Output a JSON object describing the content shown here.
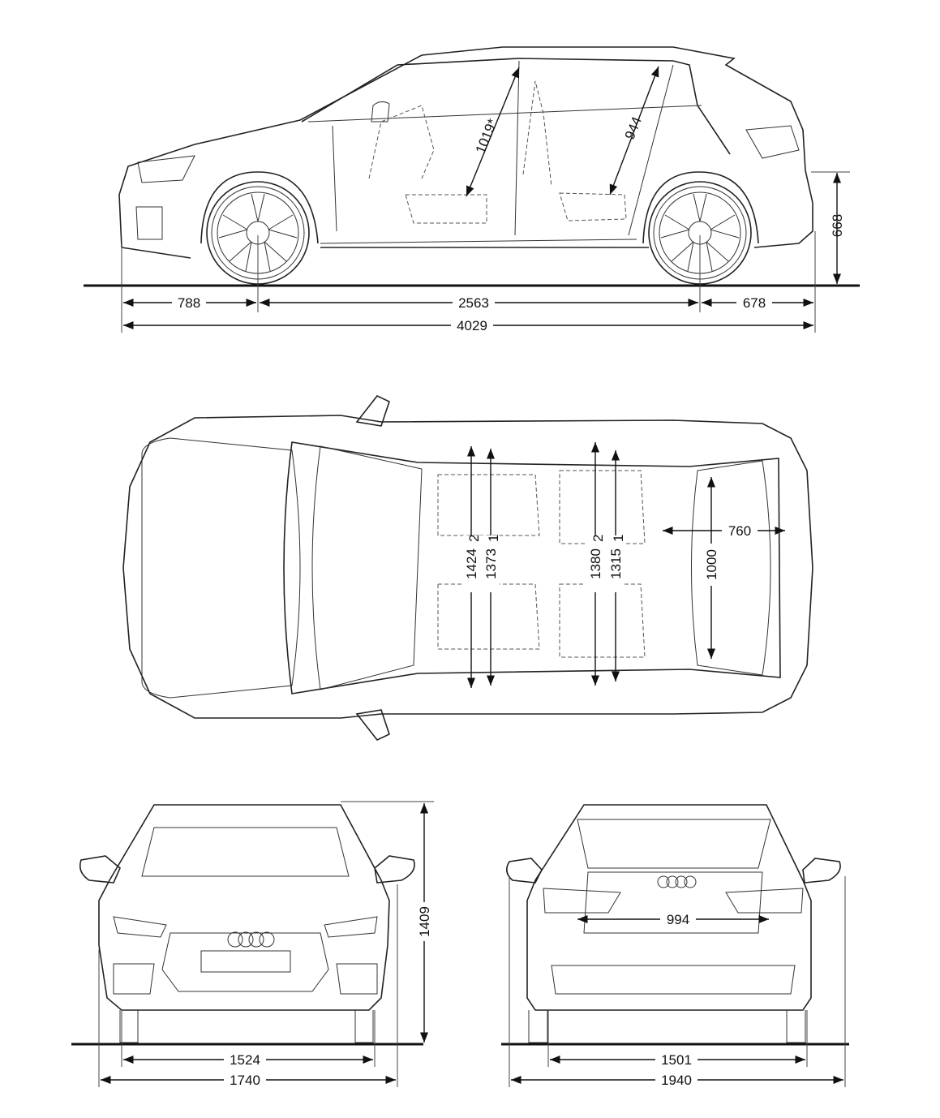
{
  "side_view": {
    "front_overhang": "788",
    "wheelbase": "2563",
    "rear_overhang": "678",
    "overall_length": "4029",
    "front_headroom": "1019*",
    "rear_headroom": "944",
    "rear_height": "668"
  },
  "top_view": {
    "front_elbow_width": "1424",
    "front_shoulder_width": "1373",
    "rear_elbow_width": "1380",
    "rear_elbow_sup": "2",
    "rear_shoulder_width": "1315",
    "rear_shoulder_sup": "1",
    "front_elbow_sup": "2",
    "front_shoulder_sup": "1",
    "trunk_length": "760",
    "trunk_width": "1000"
  },
  "front_view": {
    "height": "1409",
    "front_track": "1524",
    "width": "1740"
  },
  "rear_view": {
    "trunk_opening_width": "994",
    "rear_track": "1501",
    "width_with_mirrors": "1940"
  }
}
